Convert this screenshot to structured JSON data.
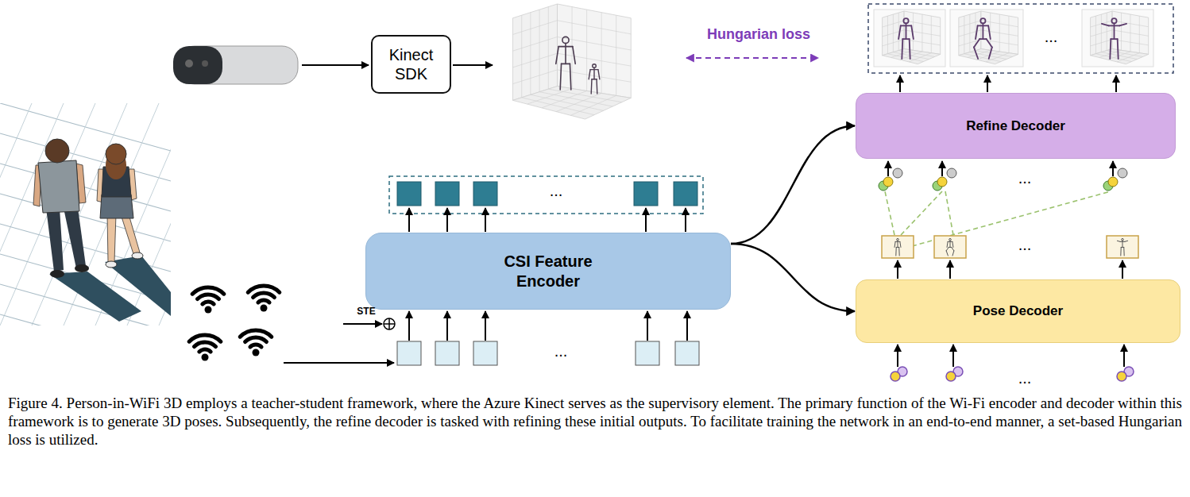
{
  "diagram": {
    "caption": "Figure 4. Person-in-WiFi 3D employs a teacher-student framework, where the Azure Kinect serves as the supervisory element. The primary function of the Wi-Fi encoder and decoder within this framework is to generate 3D poses. Subsequently, the refine decoder is tasked with refining these initial outputs. To facilitate training the network in an end-to-end manner, a set-based Hungarian loss is utilized.",
    "nodes": [
      {
        "text": [
          "Kinect SDK"
        ]
      },
      {
        "text": [
          "Refine Decoder"
        ]
      },
      {
        "text": [
          "CSI Feature Encoder"
        ]
      },
      {
        "text": [
          "Pose Decoder"
        ]
      }
    ],
    "edges": [
      {
        "from": 2,
        "to": 1,
        "arrow": "to"
      },
      {
        "from": 2,
        "to": 3,
        "arrow": "to"
      }
    ],
    "labels": [
      "Hungarian loss",
      "...",
      "...",
      "...",
      "...",
      "STE",
      "...",
      "..."
    ]
  }
}
